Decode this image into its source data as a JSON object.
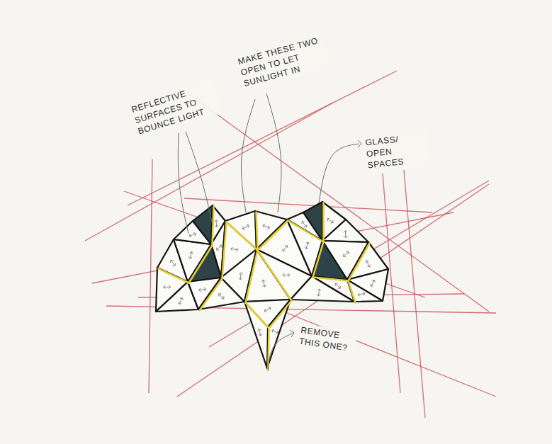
{
  "diagram": {
    "labels": [
      "REFLECTIVE SURFACES TO BOUNCE LIGHT",
      "MAKE THESE TWO OPEN TO LET SUNLIGHT IN",
      "GLASS/ OPEN SPACES",
      "REMOVE THIS ONE?"
    ]
  }
}
